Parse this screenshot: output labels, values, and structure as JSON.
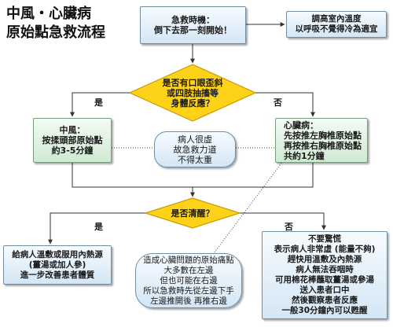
{
  "title": [
    "中風‧心臟病",
    "原始點急救流程"
  ],
  "start": {
    "lines": [
      "急救時機：",
      "倒下去那一刻開始！"
    ]
  },
  "room": {
    "lines": [
      "調高室內溫度",
      "以呼吸不覺得冷為適宜"
    ]
  },
  "decision1": {
    "lines": [
      "是否有口眼歪斜",
      "或四肢抽搐等",
      "身體反應？"
    ],
    "yes": "是",
    "no": "否"
  },
  "stroke": {
    "lines": [
      "中風：",
      "按揉頭部原始點",
      "約3-5分鐘"
    ]
  },
  "calm": {
    "lines": [
      "病人很虛",
      "故急救力道",
      "不得太重"
    ]
  },
  "heart": {
    "lines": [
      "心臟病：",
      "先按推左胸椎原始點",
      "再按推右胸椎原始點",
      "共約1分鐘"
    ]
  },
  "decision2": {
    "lines": [
      "是否清醒？"
    ],
    "yes": "是",
    "no": "否"
  },
  "awake": {
    "lines": [
      "給病人溫敷或服用內熱源",
      "(薑湯或加人參)",
      "進一步改善患者體質"
    ]
  },
  "pain_note": {
    "lines": [
      "造成心臟問題的原始痛點",
      "大多數在左邊",
      "但也可能在右邊",
      "所以急救時先從左邊下手",
      "左邊推開後 再推右邊"
    ]
  },
  "unconscious": {
    "lines": [
      "不要驚慌",
      "表示病人非常虛 (能量不夠)",
      "趕快用溫敷及內熱源",
      "病人無法吞咽時",
      "可用棉花棒蘸取薑湯或參湯",
      "送入患者口中",
      "然後觀察患者反應",
      "一般30分鐘內可以甦醒"
    ]
  },
  "colors": {
    "diamond": "#ffd21a",
    "diamond_border": "#c89a00",
    "box_blue": "#d4e6f5",
    "box_green": "#cfead2",
    "line": "#333333"
  }
}
